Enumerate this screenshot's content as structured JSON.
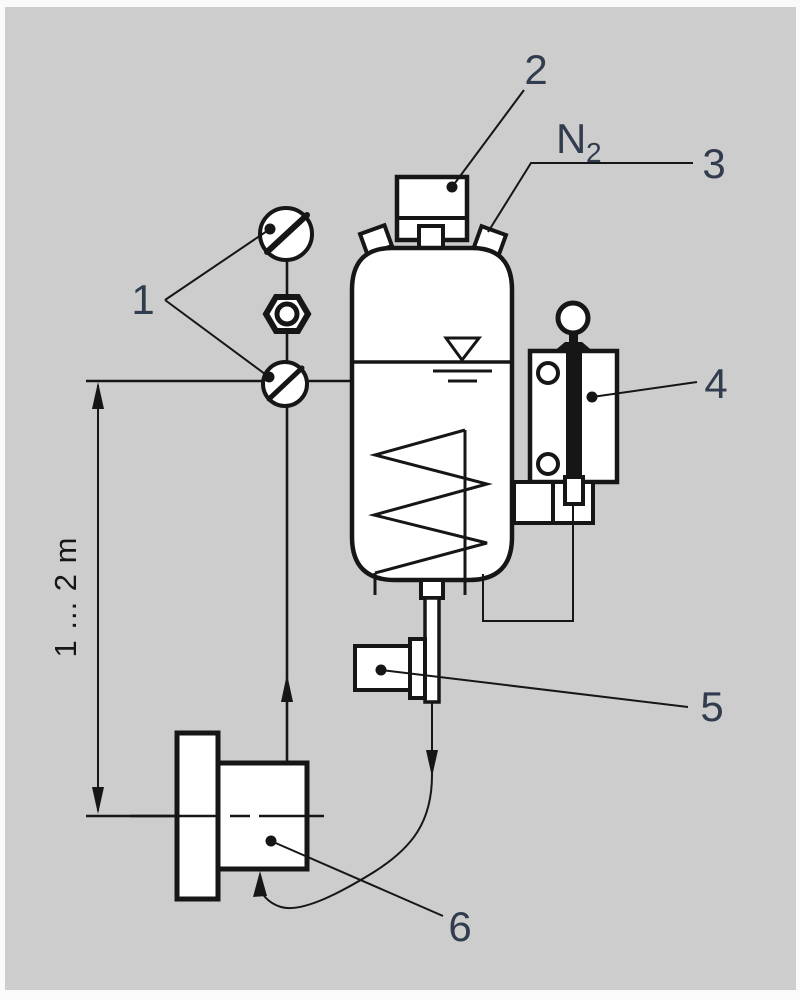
{
  "canvas": {
    "background": "#cdcdcd",
    "frame": "#fafafa",
    "ink": "#161616",
    "label_ink": "#313d4e"
  },
  "labels": {
    "regulators": "1",
    "control_unit": "2",
    "nitrogen_inlet": "3",
    "level_gauge": "4",
    "drain_fitting": "5",
    "pump": "6",
    "nitrogen_base": "N",
    "nitrogen_sub": "2",
    "height_dimension": "1 ... 2 m"
  }
}
